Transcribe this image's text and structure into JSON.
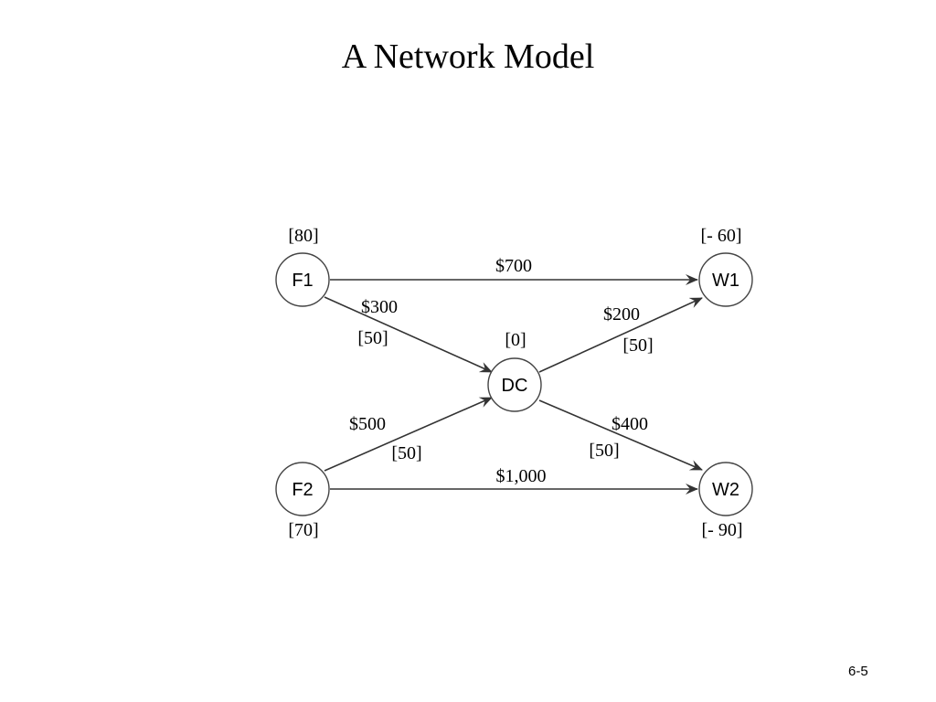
{
  "slide": {
    "title": "A Network Model",
    "page_number": "6-5"
  },
  "diagram": {
    "nodes": [
      {
        "id": "F1",
        "label": "F1",
        "supply": "[80]"
      },
      {
        "id": "F2",
        "label": "F2",
        "supply": "[70]"
      },
      {
        "id": "DC",
        "label": "DC",
        "supply": "[0]"
      },
      {
        "id": "W1",
        "label": "W1",
        "supply": "[- 60]"
      },
      {
        "id": "W2",
        "label": "W2",
        "supply": "[- 90]"
      }
    ],
    "edges": [
      {
        "from": "F1",
        "to": "W1",
        "cost": "$700",
        "capacity": ""
      },
      {
        "from": "F1",
        "to": "DC",
        "cost": "$300",
        "capacity": "[50]"
      },
      {
        "from": "DC",
        "to": "W1",
        "cost": "$200",
        "capacity": "[50]"
      },
      {
        "from": "F2",
        "to": "DC",
        "cost": "$500",
        "capacity": "[50]"
      },
      {
        "from": "DC",
        "to": "W2",
        "cost": "$400",
        "capacity": "[50]"
      },
      {
        "from": "F2",
        "to": "W2",
        "cost": "$1,000",
        "capacity": ""
      }
    ],
    "colors": {
      "stroke": "#333333",
      "node_fill": "#ffffff",
      "text": "#000000"
    }
  }
}
